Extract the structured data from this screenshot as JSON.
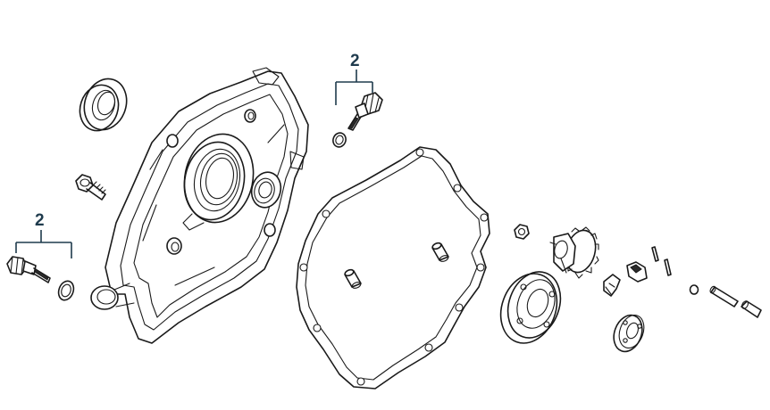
{
  "callouts": [
    {
      "id": "callout-left",
      "text": "2"
    },
    {
      "id": "callout-top",
      "text": "2"
    }
  ],
  "colors": {
    "line": "#1a1a1a",
    "callout": "#1f3b4d",
    "background": "#ffffff"
  },
  "parts": [
    "oil-seal",
    "flange-bolt",
    "crankcase-cover",
    "oil-drain-plug-left",
    "sealing-washer-left",
    "oil-level-sensor",
    "sealing-washer-top",
    "cover-gasket",
    "dowel-pin-left",
    "dowel-pin-right",
    "nut",
    "governor-gear",
    "ball-bearing-large",
    "governor-weight",
    "governor-slider",
    "ball-bearing-small",
    "pin-a",
    "pin-b",
    "circlip",
    "governor-shaft",
    "washer-small"
  ]
}
